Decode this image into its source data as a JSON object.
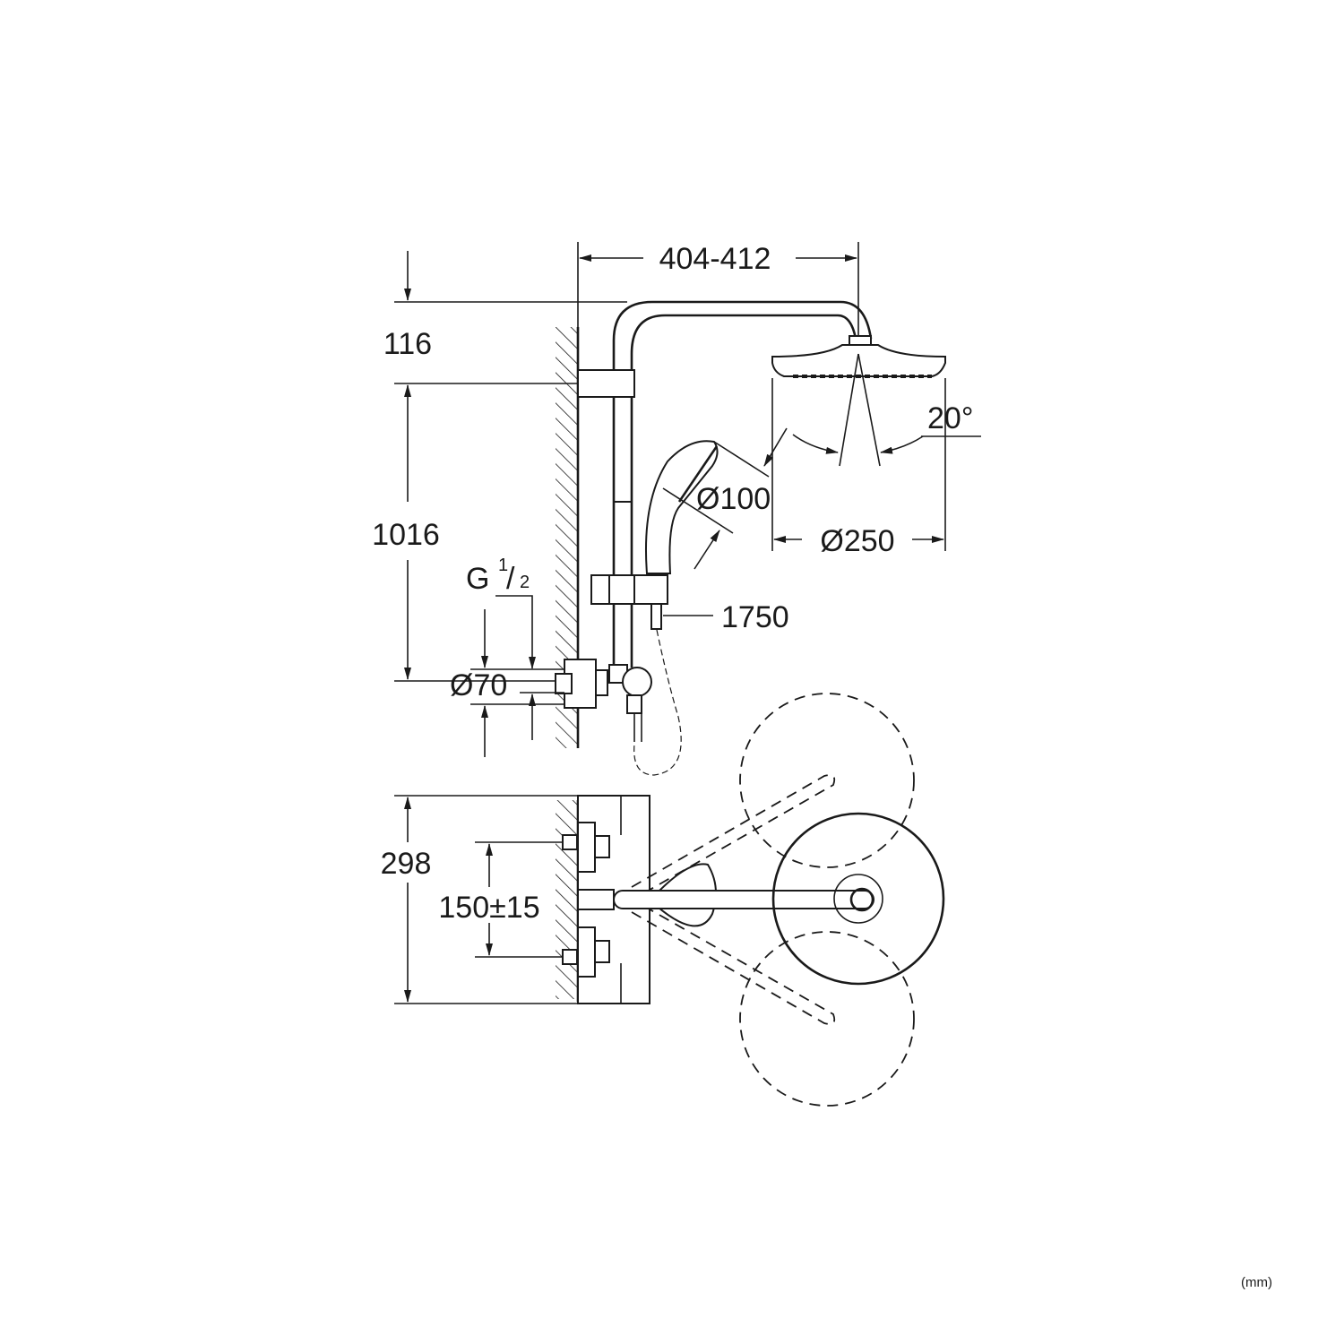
{
  "drawing": {
    "unit": "(mm)",
    "dimensions": {
      "arm_projection": "404-412",
      "top_height": "116",
      "rail_height": "1016",
      "thread": "G",
      "thread_num": "1",
      "thread_den": "2",
      "outlet_diameter": "Ø70",
      "handshower_diameter": "Ø100",
      "head_diameter": "Ø250",
      "tilt_angle": "20°",
      "hose_length": "1750",
      "body_depth": "298",
      "centres": "150±15"
    }
  }
}
